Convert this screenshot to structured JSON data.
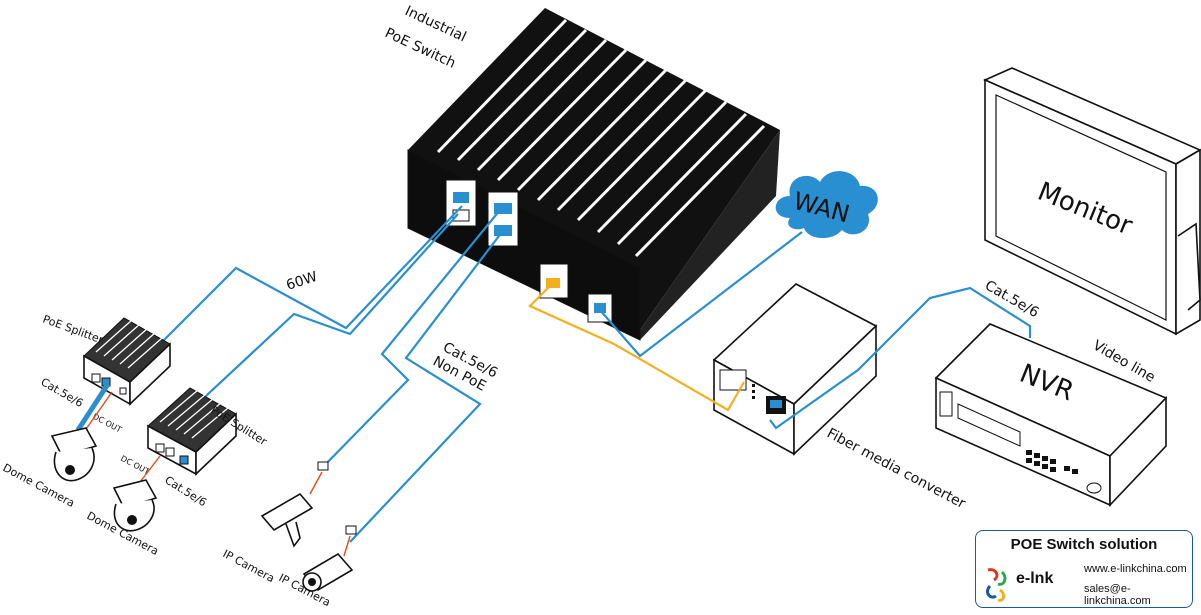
{
  "labels": {
    "switch_line1": "Industrial",
    "switch_line2": "PoE Switch",
    "wan": "WAN",
    "monitor": "Monitor",
    "nvr": "NVR",
    "video_line": "Video line",
    "cat_top": "Cat.5e/6",
    "fiber_converter": "Fiber media converter",
    "power_60w": "60W",
    "cat_nonpoe_1": "Cat.5e/6",
    "cat_nonpoe_2": "Non PoE",
    "poe_splitter_1": "PoE Splitter",
    "poe_splitter_2": "PoE Splitter",
    "cat_splitter_1": "Cat.5e/6",
    "cat_splitter_2": "Cat.5e/6",
    "dc_out_1": "DC OUT",
    "dc_out_2": "DC OUT",
    "dome_camera_1": "Dome Camera",
    "dome_camera_2": "Dome Camera",
    "ip_camera_1": "IP Camera",
    "ip_camera_2": "IP Camera"
  },
  "card": {
    "title": "POE Switch solution",
    "brand": "e-lnk",
    "website": "www.e-linkchina.com",
    "email": "sales@e-linkchina.com"
  },
  "colors": {
    "ethernet_cable": "#2a8fd0",
    "fiber_cable": "#f2b01e",
    "cloud": "#2a8fd0",
    "switch_body": "#111111",
    "card_border": "#1a56a8"
  }
}
